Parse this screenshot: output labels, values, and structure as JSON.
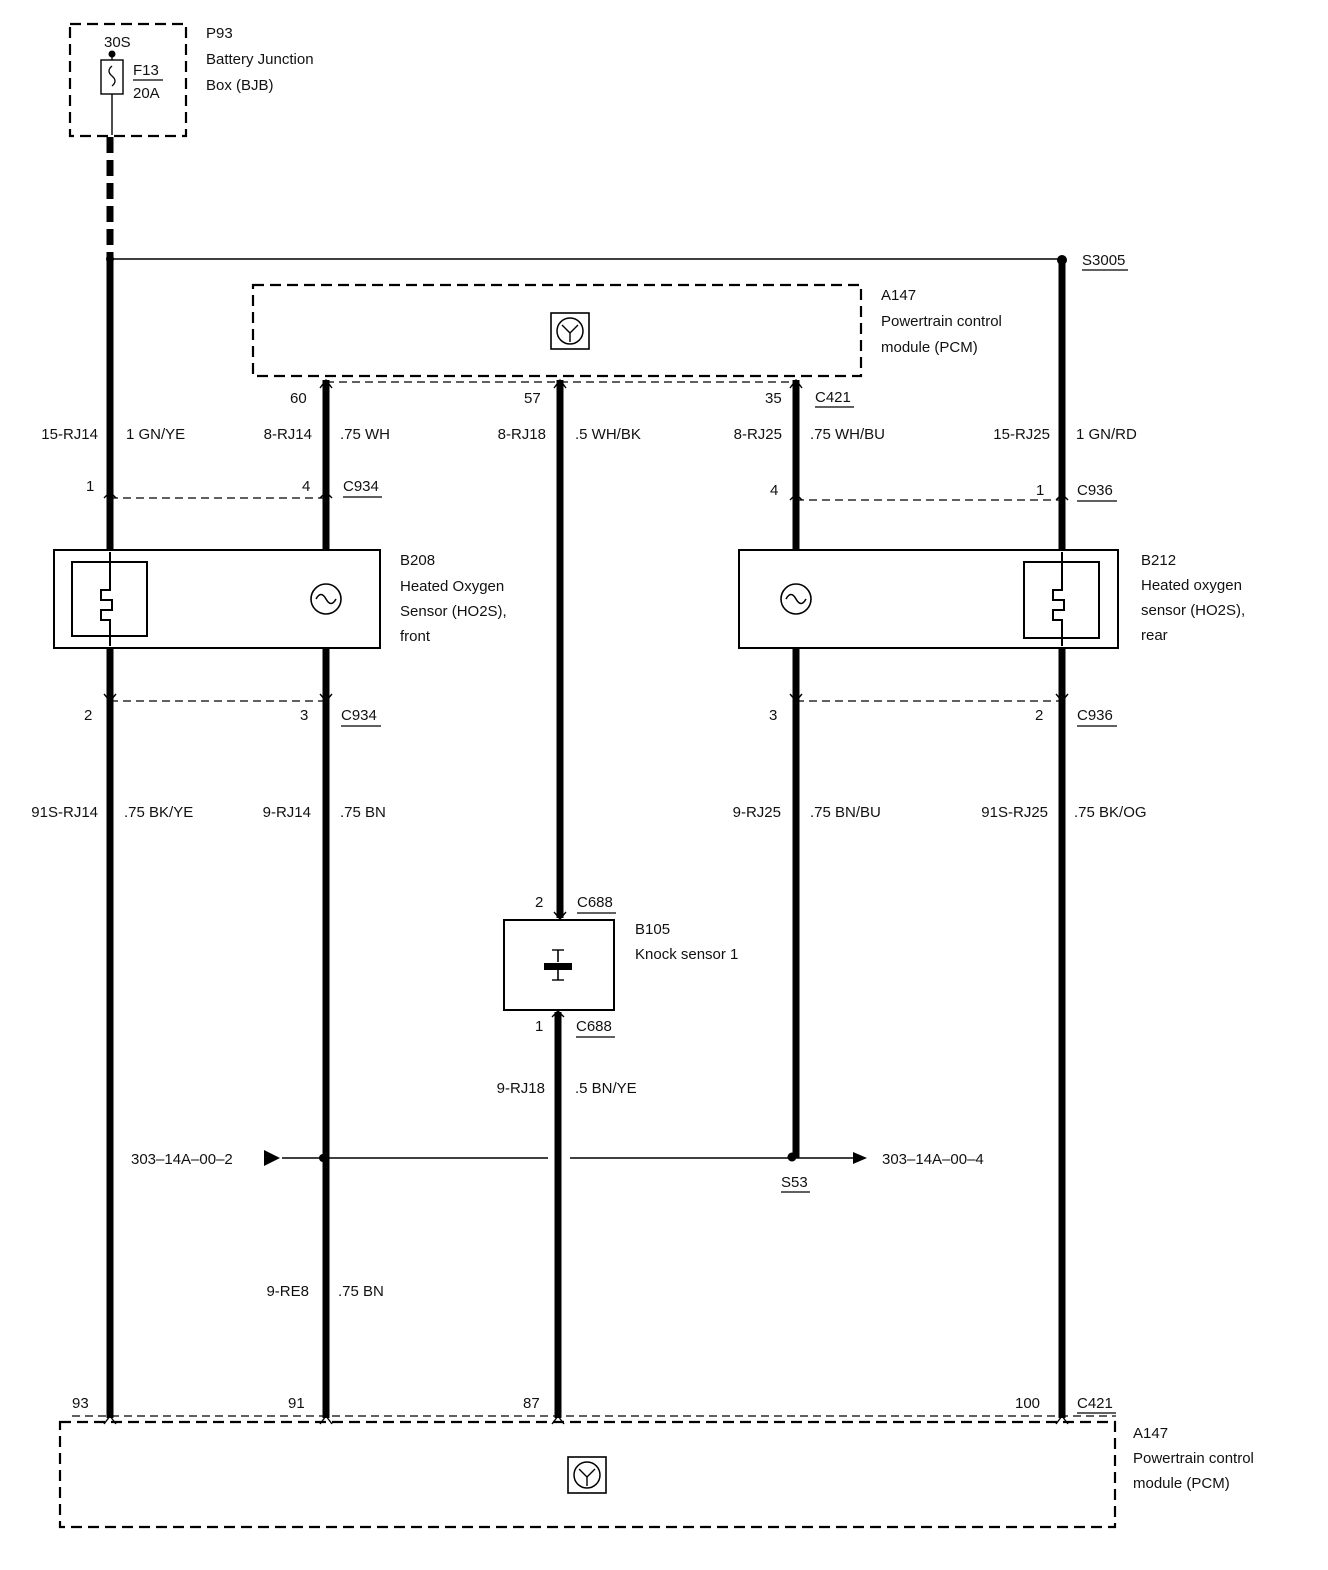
{
  "bjb": {
    "pin": "30S",
    "fuse": "F13",
    "rating": "20A",
    "label": [
      "P93",
      "Battery Junction",
      "Box (BJB)"
    ]
  },
  "splice_top": "S3005",
  "pcm_top": {
    "label": [
      "A147",
      "Powertrain control",
      "module (PCM)"
    ],
    "connector": "C421",
    "pins": [
      "60",
      "57",
      "35"
    ]
  },
  "pcm_bottom": {
    "label": [
      "A147",
      "Powertrain control",
      "module (PCM)"
    ],
    "connector": "C421",
    "pins": [
      "93",
      "91",
      "87",
      "100"
    ]
  },
  "wires_upper": [
    {
      "circuit": "15-RJ14",
      "spec": "1 GN/YE"
    },
    {
      "circuit": "8-RJ14",
      "spec": ".75 WH"
    },
    {
      "circuit": "8-RJ18",
      "spec": ".5 WH/BK"
    },
    {
      "circuit": "8-RJ25",
      "spec": ".75 WH/BU"
    },
    {
      "circuit": "15-RJ25",
      "spec": "1 GN/RD"
    }
  ],
  "wires_lower": [
    {
      "circuit": "91S-RJ14",
      "spec": ".75 BK/YE"
    },
    {
      "circuit": "9-RJ14",
      "spec": ".75 BN"
    },
    {
      "circuit": "9-RJ25",
      "spec": ".75 BN/BU"
    },
    {
      "circuit": "91S-RJ25",
      "spec": ".75 BK/OG"
    }
  ],
  "ho2s_front": {
    "label": [
      "B208",
      "Heated Oxygen",
      "Sensor (HO2S),",
      "front"
    ],
    "connector": "C934",
    "pins_top": [
      "1",
      "4"
    ],
    "pins_bottom": [
      "2",
      "3"
    ]
  },
  "ho2s_rear": {
    "label": [
      "B212",
      "Heated oxygen",
      "sensor (HO2S),",
      "rear"
    ],
    "connector": "C936",
    "pins_top": [
      "4",
      "1"
    ],
    "pins_bottom": [
      "3",
      "2"
    ]
  },
  "knock": {
    "label": [
      "B105",
      "Knock sensor 1"
    ],
    "connector": "C688",
    "pin_top": "2",
    "pin_bottom": "1",
    "wire_circuit": "9-RJ18",
    "wire_spec": ".5 BN/YE"
  },
  "ground_left_ref": "303–14A–00–2",
  "ground_right_ref": "303–14A–00–4",
  "splice_ground": "S53",
  "wire_re8": {
    "circuit": "9-RE8",
    "spec": ".75 BN"
  }
}
